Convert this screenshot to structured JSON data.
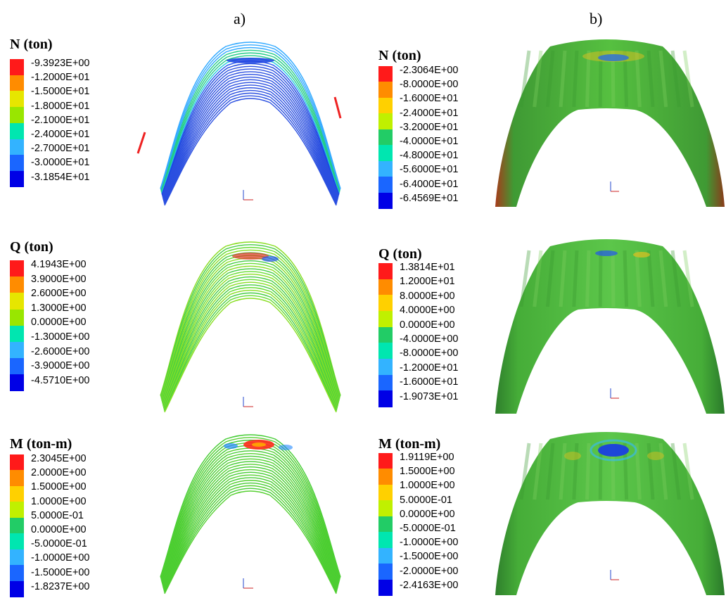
{
  "columns": [
    "a)",
    "b)"
  ],
  "panels": [
    {
      "id": "a-N",
      "title": "N (ton)",
      "labels": [
        "-9.3923E+00",
        "-1.2000E+01",
        "-1.5000E+01",
        "-1.8000E+01",
        "-2.1000E+01",
        "-2.4000E+01",
        "-2.7000E+01",
        "-3.0000E+01",
        "-3.1854E+01"
      ]
    },
    {
      "id": "a-Q",
      "title": "Q (ton)",
      "labels": [
        "4.1943E+00",
        "3.9000E+00",
        "2.6000E+00",
        "1.3000E+00",
        "0.0000E+00",
        "-1.3000E+00",
        "-2.6000E+00",
        "-3.9000E+00",
        "-4.5710E+00"
      ]
    },
    {
      "id": "a-M",
      "title": "M (ton-m)",
      "labels": [
        "2.3045E+00",
        "2.0000E+00",
        "1.5000E+00",
        "1.0000E+00",
        "5.0000E-01",
        "0.0000E+00",
        "-5.0000E-01",
        "-1.0000E+00",
        "-1.5000E+00",
        "-1.8237E+00"
      ]
    },
    {
      "id": "b-N",
      "title": "N (ton)",
      "labels": [
        "-2.3064E+00",
        "-8.0000E+00",
        "-1.6000E+01",
        "-2.4000E+01",
        "-3.2000E+01",
        "-4.0000E+01",
        "-4.8000E+01",
        "-5.6000E+01",
        "-6.4000E+01",
        "-6.4569E+01"
      ]
    },
    {
      "id": "b-Q",
      "title": "Q (ton)",
      "labels": [
        "1.3814E+01",
        "1.2000E+01",
        "8.0000E+00",
        "4.0000E+00",
        "0.0000E+00",
        "-4.0000E+00",
        "-8.0000E+00",
        "-1.2000E+01",
        "-1.6000E+01",
        "-1.9073E+01"
      ]
    },
    {
      "id": "b-M",
      "title": "M (ton-m)",
      "labels": [
        "1.9119E+00",
        "1.5000E+00",
        "1.0000E+00",
        "5.0000E-01",
        "0.0000E+00",
        "-5.0000E-01",
        "-1.0000E+00",
        "-1.5000E+00",
        "-2.0000E+00",
        "-2.4163E+00"
      ]
    }
  ],
  "colors": {
    "scale9": [
      "#ff1a1a",
      "#ff8c00",
      "#e6e600",
      "#99e600",
      "#33cc33",
      "#00e6b0",
      "#33b3ff",
      "#1a66ff",
      "#0000e6"
    ],
    "scale10": [
      "#ff1a1a",
      "#ff8c00",
      "#ffd000",
      "#c0f000",
      "#55dd22",
      "#22cc66",
      "#00e6b0",
      "#33b3ff",
      "#1a66ff",
      "#0000e6"
    ],
    "surface": "#4fbf3a",
    "surfaceDark": "#2e8c2a",
    "wire": "#55cc33"
  }
}
